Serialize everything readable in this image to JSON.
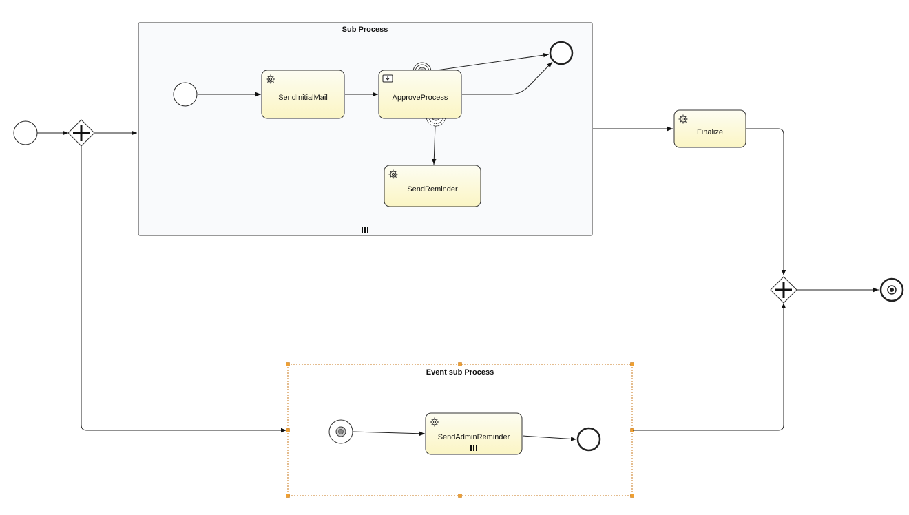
{
  "diagram": {
    "sub_process": {
      "title": "Sub Process",
      "marker": "parallel-multi-instance-icon"
    },
    "event_sub_process": {
      "title": "Event sub Process",
      "selected": true
    },
    "tasks": {
      "send_initial_mail": {
        "label": "SendInitialMail",
        "type": "service-task",
        "icon": "gear-icon"
      },
      "approve_process": {
        "label": "ApproveProcess",
        "type": "user-task",
        "icon": "envelope-icon"
      },
      "send_reminder": {
        "label": "SendReminder",
        "type": "service-task",
        "icon": "gear-icon"
      },
      "finalize": {
        "label": "Finalize",
        "type": "service-task",
        "icon": "gear-icon"
      },
      "send_admin_reminder": {
        "label": "SendAdminReminder",
        "type": "service-task",
        "icon": "gear-icon",
        "marker": "parallel-multi-instance-icon"
      }
    },
    "events": {
      "start": "start-event",
      "sub_start": "start-event",
      "sub_end": "end-event",
      "timer_boundary": "timer-boundary-event",
      "timer_boundary_non_interrupting": "non-interrupting-timer-boundary-event",
      "event_sub_start": "timer-start-event",
      "event_sub_end": "end-event",
      "final_end": "terminate-end-event"
    },
    "gateways": {
      "split": "parallel-gateway",
      "join": "parallel-gateway"
    },
    "colors": {
      "task_fill_top": "#fdfdf0",
      "task_fill_bottom": "#fbf6c6",
      "subprocess_fill": "#f9fafc",
      "selection": "#e08a1e"
    }
  }
}
